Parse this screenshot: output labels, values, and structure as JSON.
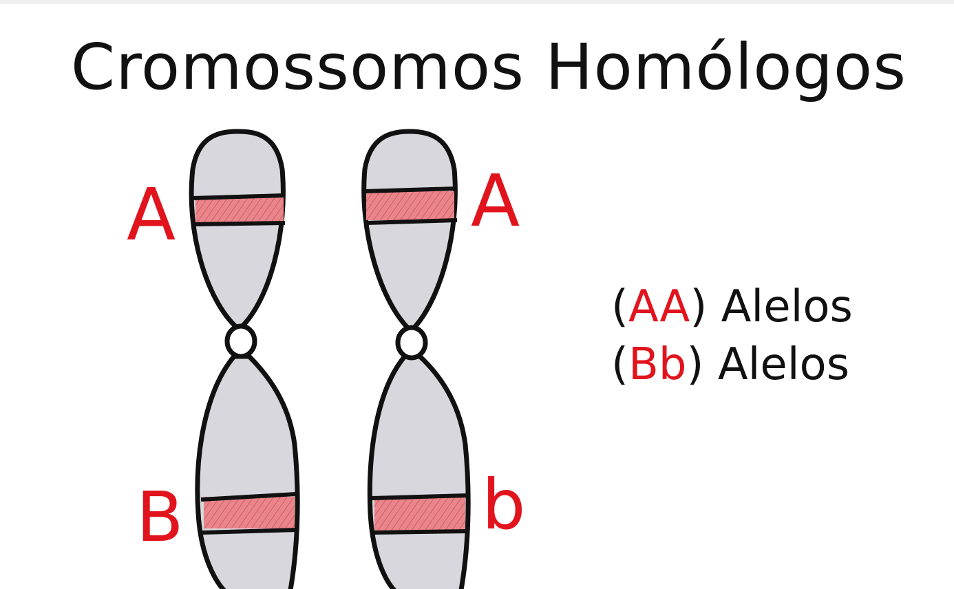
{
  "title": "Cromossomos Homólogos",
  "colors": {
    "allele_red": "#e1141e",
    "band_fill": "#e8868c",
    "chromosome_fill": "#d7d7dd",
    "outline": "#111111"
  },
  "chromosomes": [
    {
      "top_allele": "A",
      "bottom_allele": "B"
    },
    {
      "top_allele": "A",
      "bottom_allele": "b"
    }
  ],
  "legend": [
    {
      "open": "(",
      "alleles": "AA",
      "close": ")",
      "label": "Alelos"
    },
    {
      "open": "(",
      "alleles": "Bb",
      "close": ")",
      "label": "Alelos"
    }
  ]
}
